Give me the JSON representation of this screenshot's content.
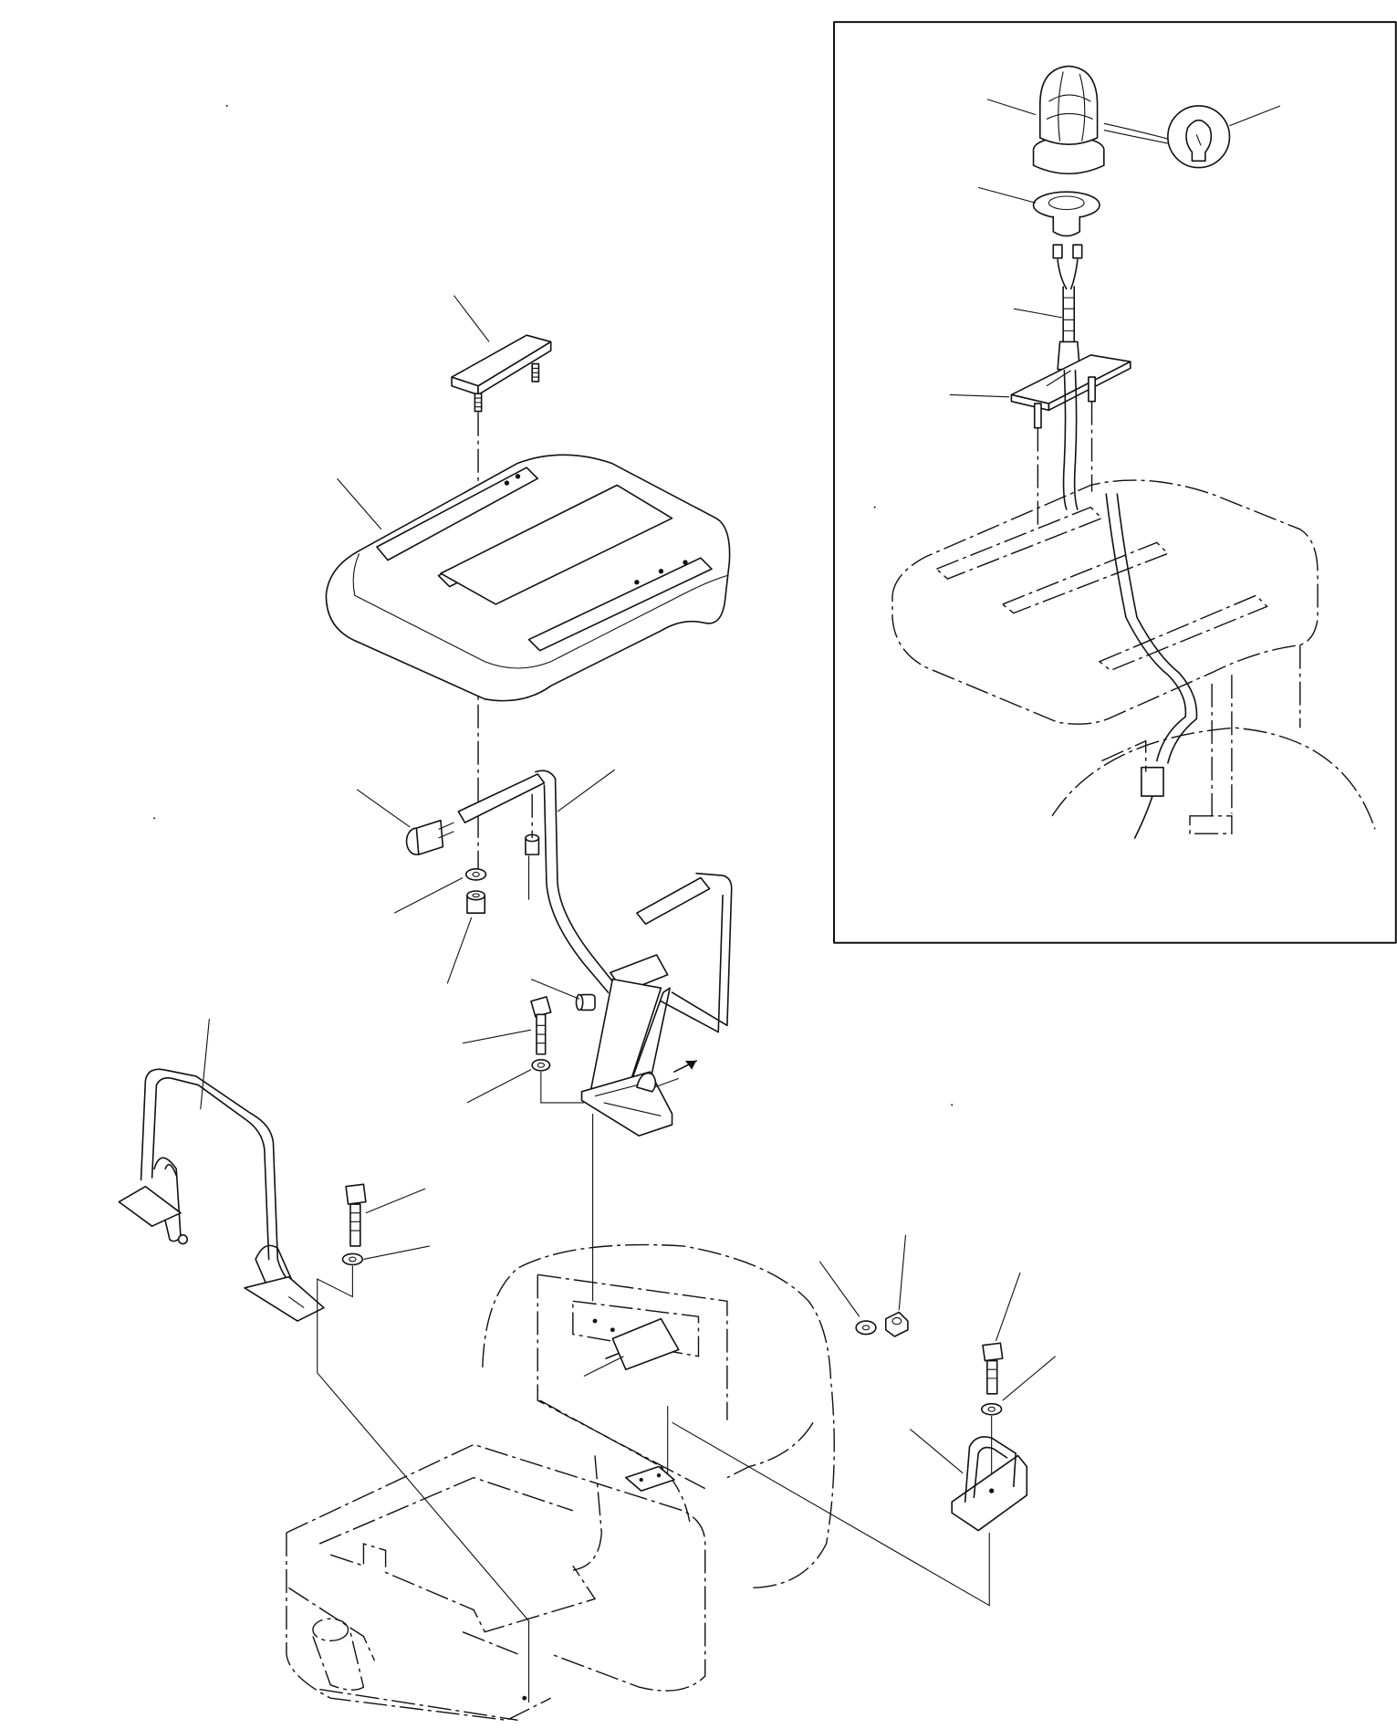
{
  "diagram": {
    "type": "exploded-parts-illustration",
    "colors": {
      "line": "#111111",
      "background": "#ffffff"
    },
    "inset": {
      "present": true
    },
    "parts": [
      {
        "id": "rotating-beacon-lamp",
        "in_inset": true
      },
      {
        "id": "beacon-bulb",
        "in_inset": true
      },
      {
        "id": "beacon-base-ring",
        "in_inset": true
      },
      {
        "id": "beacon-harness",
        "in_inset": true
      },
      {
        "id": "beacon-mounting-bracket",
        "in_inset": true
      },
      {
        "id": "top-cover-plate",
        "in_inset": false
      },
      {
        "id": "canopy-roof",
        "in_inset": false
      },
      {
        "id": "knob",
        "in_inset": false
      },
      {
        "id": "canopy-frame",
        "in_inset": false
      },
      {
        "id": "washer",
        "in_inset": false
      },
      {
        "id": "nut",
        "in_inset": false
      },
      {
        "id": "collar",
        "in_inset": false
      },
      {
        "id": "bolt",
        "in_inset": false
      },
      {
        "id": "left-guard-frame",
        "in_inset": false
      },
      {
        "id": "right-bracket",
        "in_inset": false
      },
      {
        "id": "revolving-frame",
        "in_inset": false
      }
    ]
  }
}
